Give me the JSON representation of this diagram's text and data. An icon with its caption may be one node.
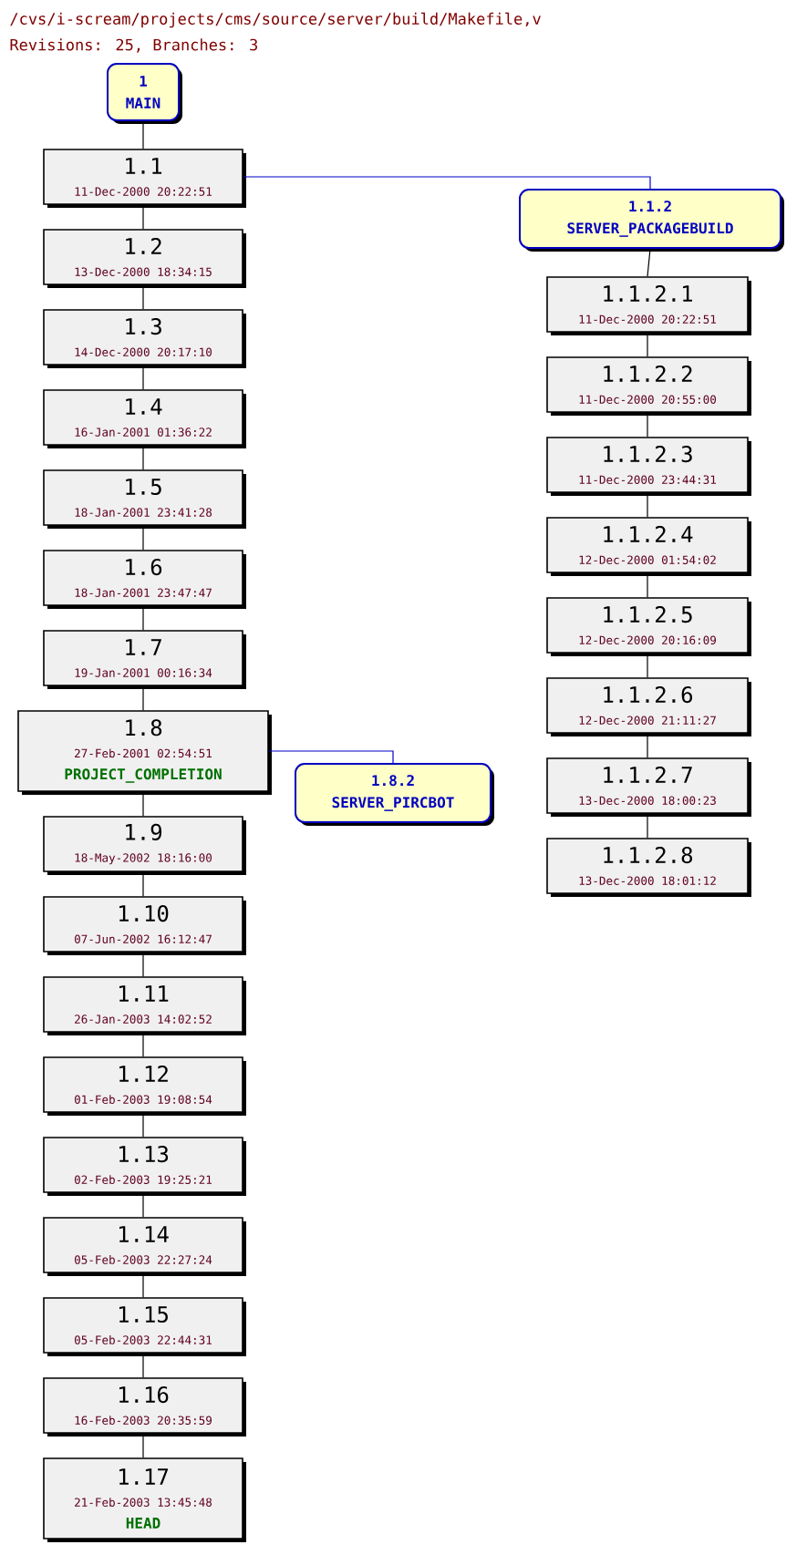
{
  "diagram": {
    "title": "/cvs/i-scream/projects/cms/source/server/build/Makefile,v",
    "nodes": [
      {
        "text": [
          "1",
          "MAIN"
        ]
      },
      {
        "text": [
          "1.1",
          "11-Dec-2000 20:22:51"
        ]
      },
      {
        "text": [
          "1.2",
          "13-Dec-2000 18:34:15"
        ]
      },
      {
        "text": [
          "1.3",
          "14-Dec-2000 20:17:10"
        ]
      },
      {
        "text": [
          "1.4",
          "16-Jan-2001 01:36:22"
        ]
      },
      {
        "text": [
          "1.5",
          "18-Jan-2001 23:41:28"
        ]
      },
      {
        "text": [
          "1.6",
          "18-Jan-2001 23:47:47"
        ]
      },
      {
        "text": [
          "1.7",
          "19-Jan-2001 00:16:34"
        ]
      },
      {
        "text": [
          "1.8",
          "27-Feb-2001 02:54:51",
          "PROJECT_COMPLETION"
        ]
      },
      {
        "text": [
          "1.9",
          "18-May-2002 18:16:00"
        ]
      },
      {
        "text": [
          "1.10",
          "07-Jun-2002 16:12:47"
        ]
      },
      {
        "text": [
          "1.11",
          "26-Jan-2003 14:02:52"
        ]
      },
      {
        "text": [
          "1.12",
          "01-Feb-2003 19:08:54"
        ]
      },
      {
        "text": [
          "1.13",
          "02-Feb-2003 19:25:21"
        ]
      },
      {
        "text": [
          "1.14",
          "05-Feb-2003 22:27:24"
        ]
      },
      {
        "text": [
          "1.15",
          "05-Feb-2003 22:44:31"
        ]
      },
      {
        "text": [
          "1.16",
          "16-Feb-2003 20:35:59"
        ]
      },
      {
        "text": [
          "1.17",
          "21-Feb-2003 13:45:48",
          "HEAD"
        ]
      },
      {
        "text": [
          "1.1.2",
          "SERVER_PACKAGEBUILD"
        ]
      },
      {
        "text": [
          "1.1.2.1",
          "11-Dec-2000 20:22:51"
        ]
      },
      {
        "text": [
          "1.1.2.2",
          "11-Dec-2000 20:55:00"
        ]
      },
      {
        "text": [
          "1.1.2.3",
          "11-Dec-2000 23:44:31"
        ]
      },
      {
        "text": [
          "1.1.2.4",
          "12-Dec-2000 01:54:02"
        ]
      },
      {
        "text": [
          "1.1.2.5",
          "12-Dec-2000 20:16:09"
        ]
      },
      {
        "text": [
          "1.1.2.6",
          "12-Dec-2000 21:11:27"
        ]
      },
      {
        "text": [
          "1.1.2.7",
          "13-Dec-2000 18:00:23"
        ]
      },
      {
        "text": [
          "1.1.2.8",
          "13-Dec-2000 18:01:12"
        ]
      },
      {
        "text": [
          "1.8.2",
          "SERVER_PIRCBOT"
        ]
      }
    ],
    "edges": [
      {
        "from": 0,
        "to": 1,
        "arrow": "none"
      },
      {
        "from": 1,
        "to": 2,
        "arrow": "none"
      },
      {
        "from": 2,
        "to": 3,
        "arrow": "none"
      },
      {
        "from": 3,
        "to": 4,
        "arrow": "none"
      },
      {
        "from": 4,
        "to": 5,
        "arrow": "none"
      },
      {
        "from": 5,
        "to": 6,
        "arrow": "none"
      },
      {
        "from": 6,
        "to": 7,
        "arrow": "none"
      },
      {
        "from": 7,
        "to": 8,
        "arrow": "none"
      },
      {
        "from": 8,
        "to": 9,
        "arrow": "none"
      },
      {
        "from": 9,
        "to": 10,
        "arrow": "none"
      },
      {
        "from": 10,
        "to": 11,
        "arrow": "none"
      },
      {
        "from": 11,
        "to": 12,
        "arrow": "none"
      },
      {
        "from": 12,
        "to": 13,
        "arrow": "none"
      },
      {
        "from": 13,
        "to": 14,
        "arrow": "none"
      },
      {
        "from": 14,
        "to": 15,
        "arrow": "none"
      },
      {
        "from": 15,
        "to": 16,
        "arrow": "none"
      },
      {
        "from": 16,
        "to": 17,
        "arrow": "none"
      },
      {
        "from": 1,
        "to": 18,
        "arrow": "none",
        "color": "#0000cc"
      },
      {
        "from": 18,
        "to": 19,
        "arrow": "none"
      },
      {
        "from": 19,
        "to": 20,
        "arrow": "none"
      },
      {
        "from": 20,
        "to": 21,
        "arrow": "none"
      },
      {
        "from": 21,
        "to": 22,
        "arrow": "none"
      },
      {
        "from": 22,
        "to": 23,
        "arrow": "none"
      },
      {
        "from": 23,
        "to": 24,
        "arrow": "none"
      },
      {
        "from": 24,
        "to": 25,
        "arrow": "none"
      },
      {
        "from": 25,
        "to": 26,
        "arrow": "none"
      },
      {
        "from": 8,
        "to": 27,
        "arrow": "none",
        "color": "#0000cc"
      }
    ],
    "labels": [
      "Revisions: 25, Branches: 3"
    ]
  }
}
